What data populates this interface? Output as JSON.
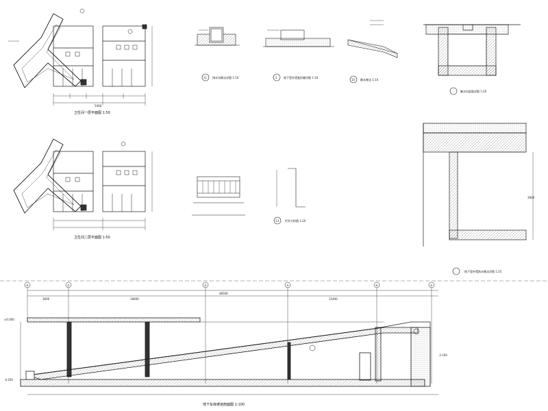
{
  "sheet": {
    "title": "Construction detail drawing sheet",
    "detail_numbers": {
      "d1": "11",
      "d2": "2",
      "d3": "10",
      "d4": "13"
    },
    "view_titles": {
      "plan_upper": "卫生间一层平面图 1:50",
      "plan_lower": "卫生间二层平面图 1:50",
      "detail_11": "排水沟做法详图 1:10",
      "detail_2": "地下室外墙变形缝详图 1:10",
      "detail_10": "散水做法 1:10",
      "pit_section": "集水坑剖面详图 1:20",
      "railing": "栏杆大样图 1:20",
      "wall_section": "地下室外墙防水做法详图 1:25",
      "ramp_section": "地下车库坡道剖面图 1:100"
    },
    "dimension_labels": {
      "ramp_total": "48500",
      "ramp_seg1": "3600",
      "ramp_seg2": "18600",
      "ramp_seg3": "15400",
      "plan_width": "5400",
      "wall_height": "3900"
    },
    "elevation_marks": {
      "top": "±0.000",
      "bottom": "-4.200",
      "mid": "-2.100"
    },
    "grid_axes": [
      "①",
      "②",
      "③",
      "④",
      "⑤",
      "⑥"
    ]
  },
  "colors": {
    "line": "#1a1a1a",
    "hatch": "#555555",
    "paper": "#ffffff"
  }
}
